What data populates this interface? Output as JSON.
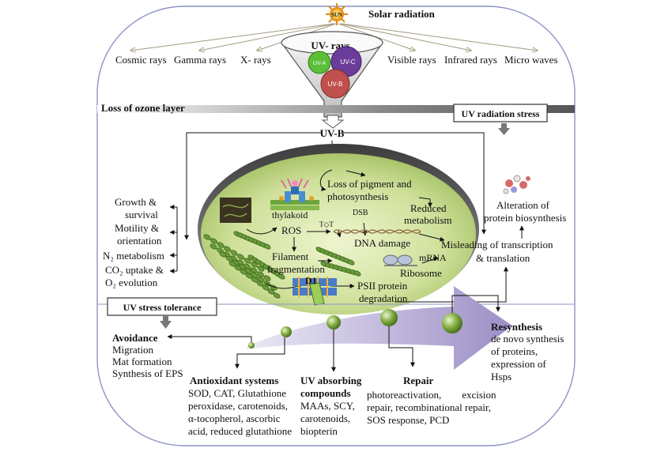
{
  "sun": {
    "label": "SUN",
    "title": "Solar radiation"
  },
  "rays": {
    "cosmic": "Cosmic rays",
    "gamma": "Gamma rays",
    "xray": "X- rays",
    "visible": "Visible rays",
    "infrared": "Infrared rays",
    "micro": "Micro waves"
  },
  "funnel": {
    "title": "UV- rays",
    "uva": "UV-A",
    "uvb": "UV-B",
    "uvc": "UV-C"
  },
  "ozone": "Loss of ozone layer",
  "stress_box": "UV radiation stress",
  "uvb_label": "UV-B",
  "effects": {
    "growth_1": "Growth &",
    "growth_2": "survival",
    "motility_1": "Motility &",
    "motility_2": "orientation",
    "n2": "N₂ metabolism",
    "co2_1": "CO₂ uptake &",
    "co2_2": "O₂ evolution"
  },
  "cell": {
    "thylakoid": "thylakoid",
    "ros": "ROS",
    "filament_1": "Filament",
    "filament_2": "fragmentation",
    "pigment_1": "Loss of pigment and",
    "pigment_2": "photosynthesis",
    "reduced_1": "Reduced",
    "reduced_2": "metabolism",
    "dsb": "DSB",
    "tt": "T◇T",
    "dna_damage": "DNA damage",
    "ribosome": "Ribosome",
    "mrna": "mRNA",
    "d1": "D1",
    "psii_1": "PSII protein",
    "psii_2": "degradation"
  },
  "right": {
    "alter_1": "Alteration of",
    "alter_2": "protein biosynthesis",
    "mislead_1": "Misleading of transcription",
    "mislead_2": "& translation"
  },
  "tolerance_box": "UV stress tolerance",
  "avoidance": {
    "title": "Avoidance",
    "items": [
      "Migration",
      "Mat formation",
      "Synthesis of EPS"
    ]
  },
  "antioxidant": {
    "title": "Antioxidant systems",
    "lines": [
      "SOD, CAT, Glutathione",
      "peroxidase, carotenoids,",
      "α-tocopherol, ascorbic",
      "acid, reduced glutathione"
    ]
  },
  "uv_absorbing": {
    "title_1": "UV absorbing",
    "title_2": "compounds",
    "lines": [
      "MAAs, SCY,",
      "carotenoids,",
      "biopterin"
    ]
  },
  "repair": {
    "title": "Repair",
    "lines": [
      "photoreactivation,        excision",
      "repair, recombinational repair,",
      "SOS response, PCD"
    ]
  },
  "resynthesis": {
    "title": "Resynthesis",
    "lines": [
      "de novo synthesis",
      "of proteins,",
      "expression of",
      "Hsps"
    ]
  }
}
